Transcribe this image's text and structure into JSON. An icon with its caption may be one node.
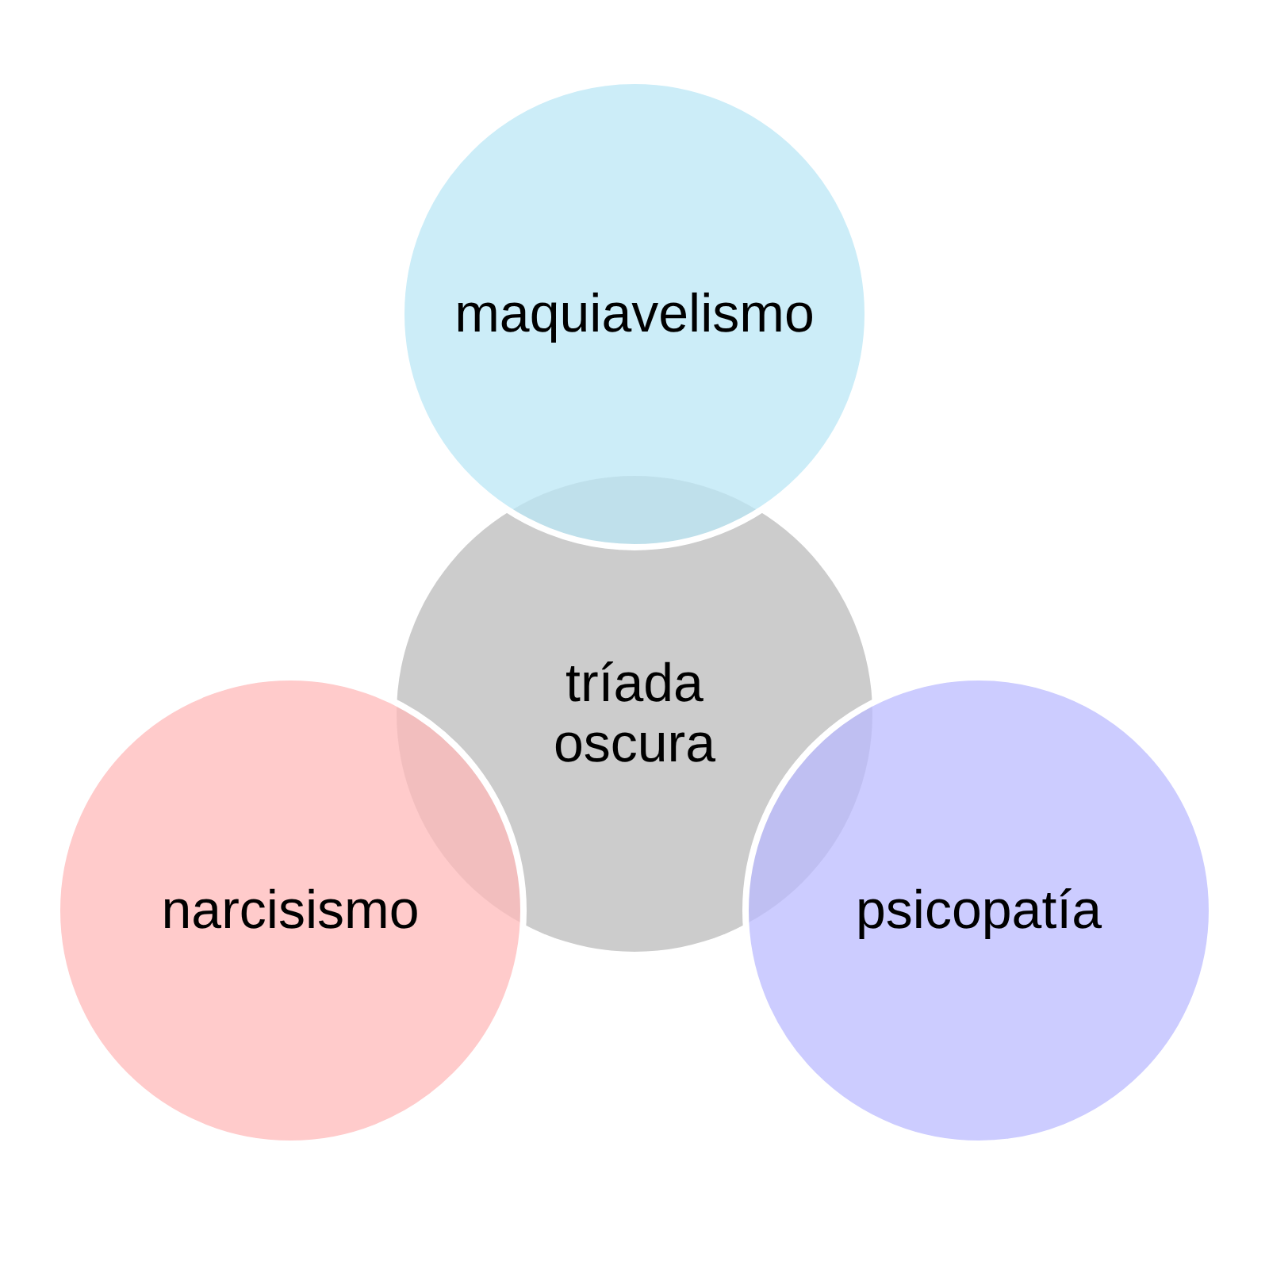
{
  "diagram": {
    "nodes": [
      {
        "text": [
          "maquiavelismo"
        ]
      },
      {
        "text": [
          "tríada oscura"
        ]
      },
      {
        "text": [
          "narcisismo"
        ]
      },
      {
        "text": [
          "psicopatía"
        ]
      }
    ]
  }
}
